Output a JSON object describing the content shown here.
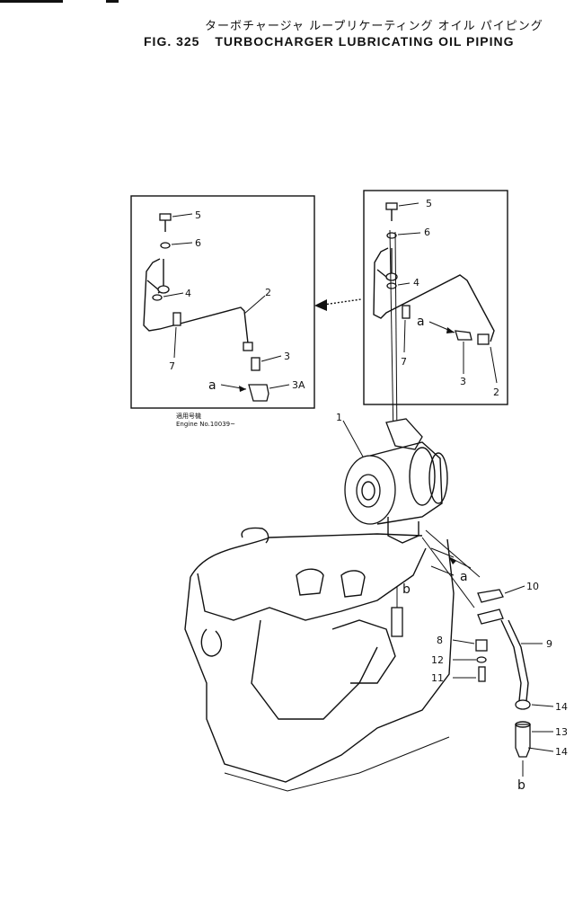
{
  "header": {
    "title_jp": "ターボチャージャ ループリケーティング オイル パイピング",
    "fig_number": "FIG. 325",
    "title_en": "TURBOCHARGER LUBRICATING OIL PIPING"
  },
  "inset_note": {
    "line1": "適用号機",
    "line2": "Engine No.10039~"
  },
  "callouts": {
    "p1": "1",
    "p2": "2",
    "p3": "3",
    "p3a": "3A",
    "p4": "4",
    "p5": "5",
    "p6": "6",
    "p7": "7",
    "p8": "8",
    "p9": "9",
    "p10": "10",
    "p11": "11",
    "p12": "12",
    "p13": "13",
    "p14": "14",
    "ref_a": "a",
    "ref_b": "b"
  }
}
